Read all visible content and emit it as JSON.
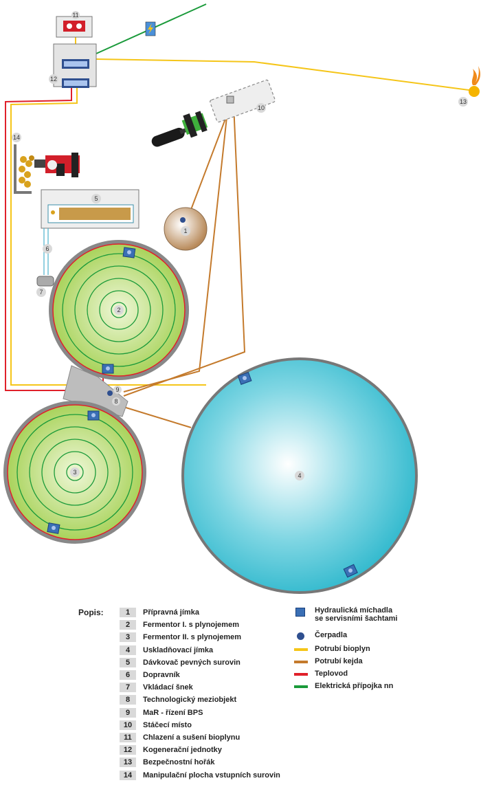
{
  "labels": {
    "n1": "1",
    "n2": "2",
    "n3": "3",
    "n4": "4",
    "n5": "5",
    "n6": "6",
    "n7": "7",
    "n8": "8",
    "n9": "9",
    "n10": "10",
    "n11": "11",
    "n12": "12",
    "n13": "13",
    "n14": "14"
  },
  "legend": {
    "title": "Popis:",
    "items": [
      {
        "num": "1",
        "text": "Přípravná jímka"
      },
      {
        "num": "2",
        "text": "Fermentor I. s plynojemem"
      },
      {
        "num": "3",
        "text": "Fermentor II. s plynojemem"
      },
      {
        "num": "4",
        "text": "Uskladňovací jímka"
      },
      {
        "num": "5",
        "text": "Dávkovač pevných surovin"
      },
      {
        "num": "6",
        "text": "Dopravník"
      },
      {
        "num": "7",
        "text": "Vkládací šnek"
      },
      {
        "num": "8",
        "text": "Technologický meziobjekt"
      },
      {
        "num": "9",
        "text": "MaR - řízení BPS"
      },
      {
        "num": "10",
        "text": "Stáčecí místo"
      },
      {
        "num": "11",
        "text": "Chlazení a sušení bioplynu"
      },
      {
        "num": "12",
        "text": "Kogenerační jednotky"
      },
      {
        "num": "13",
        "text": "Bezpečnostní hořák"
      },
      {
        "num": "14",
        "text": "Manipulační plocha vstupních surovin"
      }
    ],
    "keys": {
      "mixer_line1": "Hydraulická míchadla",
      "mixer_line2": "se servisními šachtami",
      "pump": "Čerpadla",
      "biogas": "Potrubí bioplyn",
      "slurry": "Potrubí kejda",
      "heat": "Teplovod",
      "electric": "Elektrická přípojka nn"
    }
  },
  "colors": {
    "biogas": "#f5c518",
    "slurry": "#c47a2c",
    "heat": "#e0202a",
    "electric": "#1a9a3a",
    "fermenter": "#b5d96b",
    "storage": "#3cc0d2",
    "mixer": "#3a6fb5"
  }
}
